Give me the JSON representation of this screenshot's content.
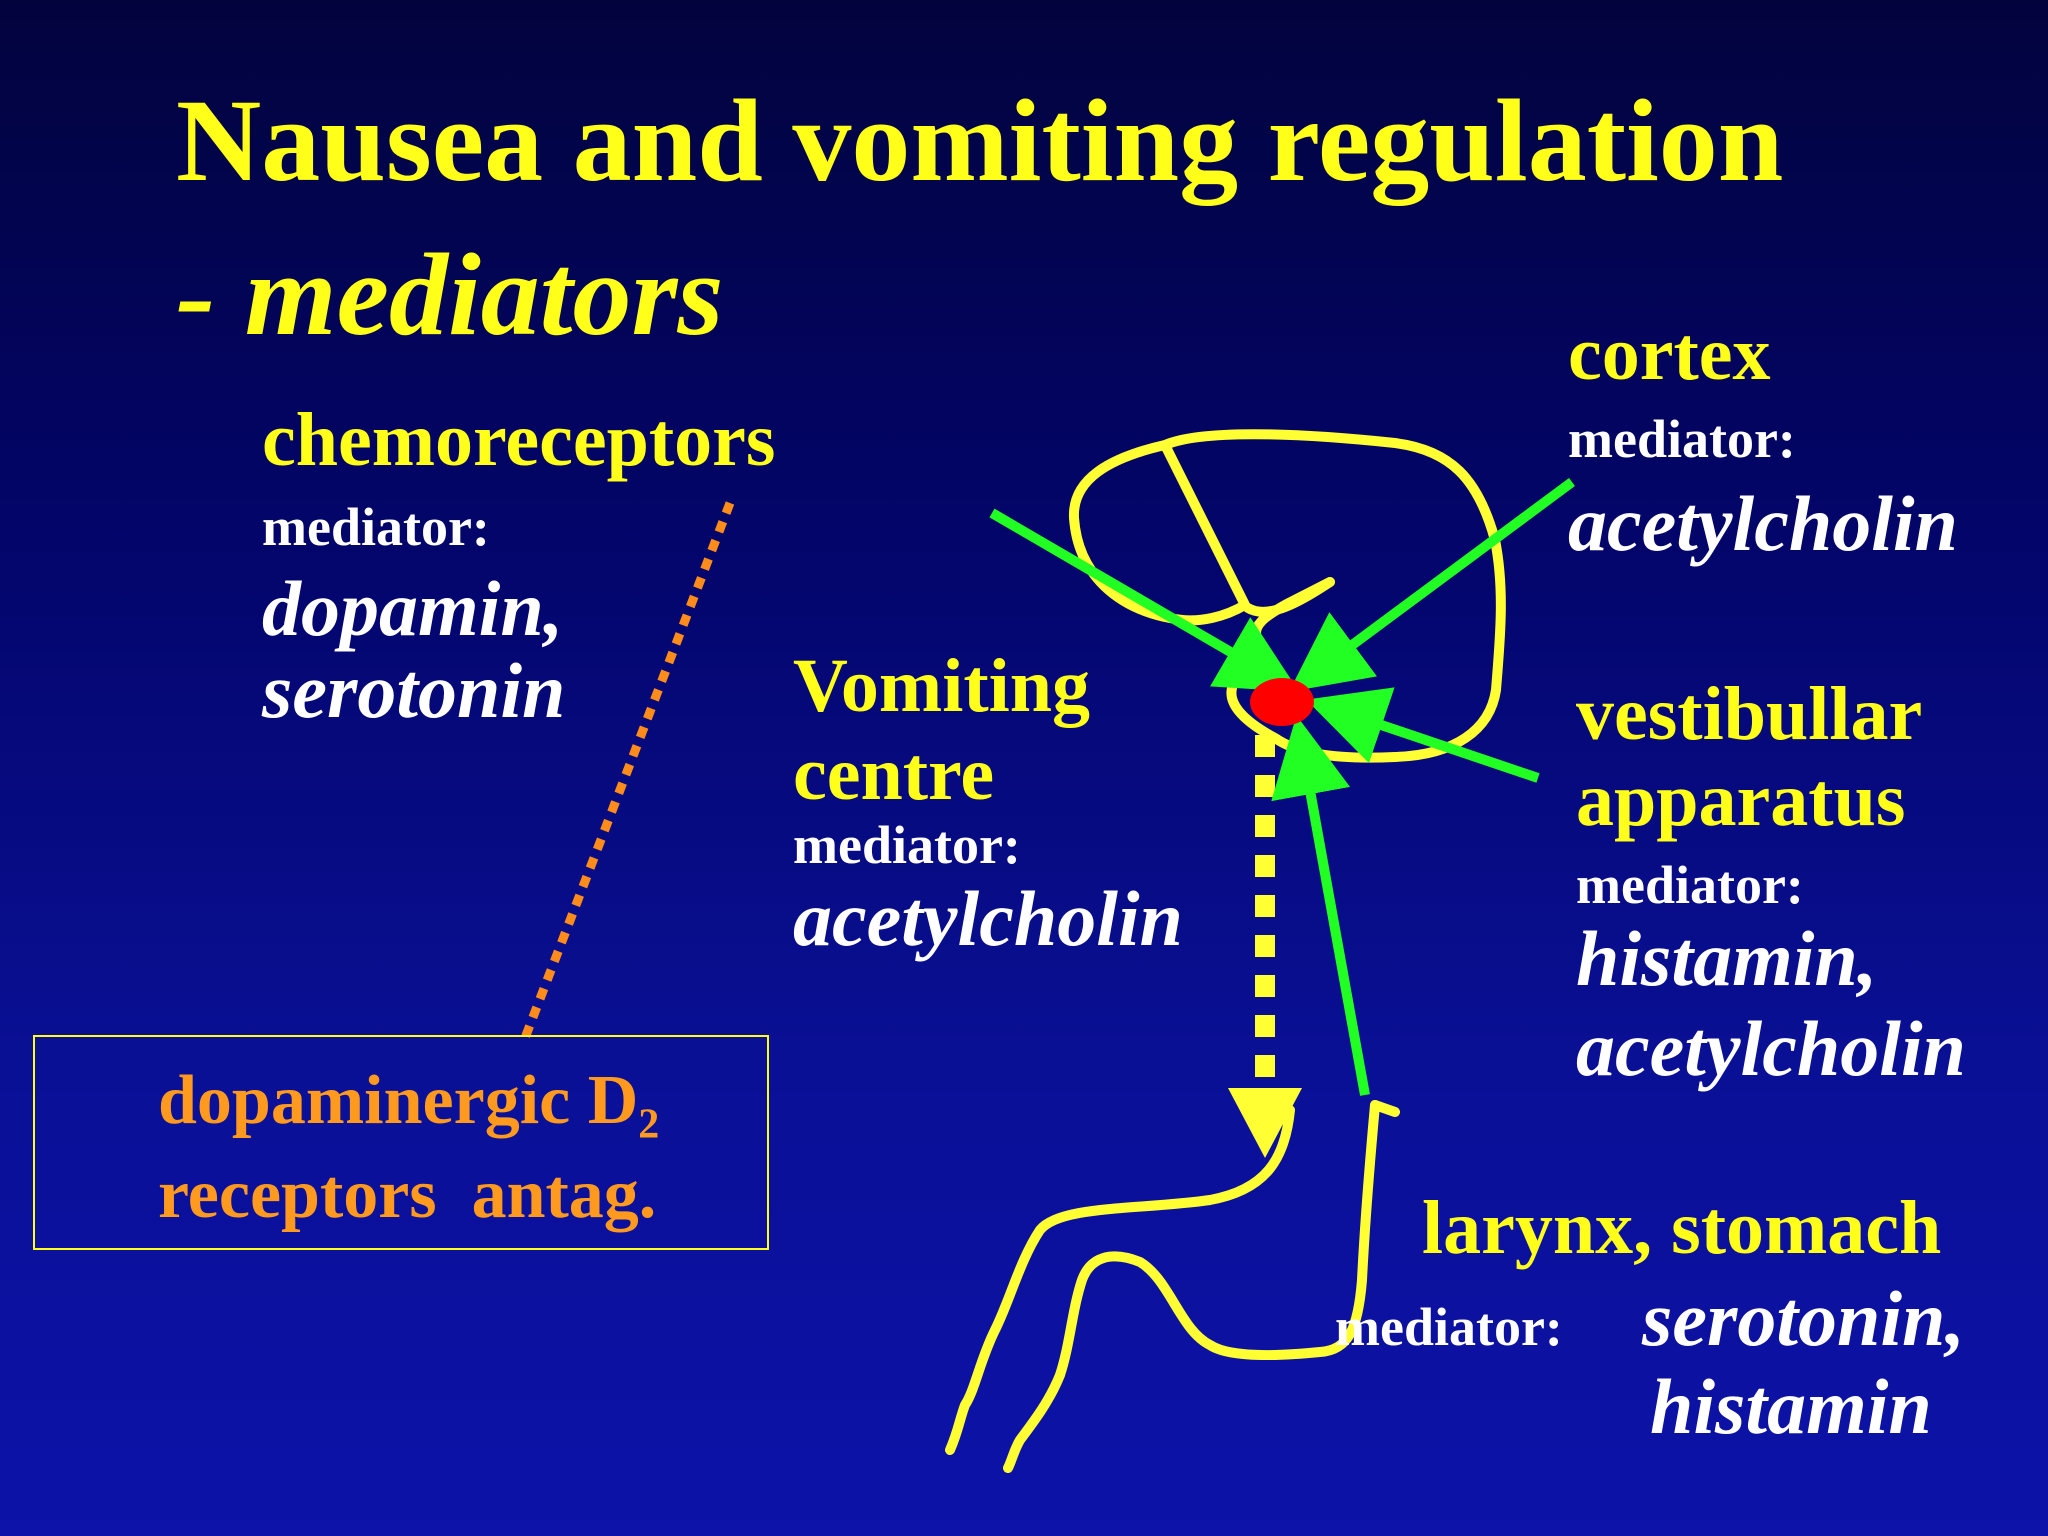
{
  "title": {
    "line1": "Nausea and vomiting regulation",
    "line2": "- mediators"
  },
  "chemoreceptors": {
    "heading": "chemoreceptors",
    "mediator_label": "mediator:",
    "value_line1": "dopamin,",
    "value_line2": "serotonin"
  },
  "cortex": {
    "heading": "cortex",
    "mediator_label": "mediator:",
    "value": "acetylcholin"
  },
  "vomiting_centre": {
    "heading_line1": "Vomiting",
    "heading_line2": "centre",
    "mediator_label": "mediator:",
    "value": "acetylcholin"
  },
  "vestibular": {
    "heading_line1": "vestibullar",
    "heading_line2": "apparatus",
    "mediator_label": "mediator:",
    "value_line1": "histamin,",
    "value_line2": "acetylcholin"
  },
  "larynx_stomach": {
    "heading": "larynx, stomach",
    "mediator_label": "mediator:",
    "value_line1": "serotonin,",
    "value_line2": "histamin"
  },
  "antagonist_box": {
    "line1_main": "dopaminergic D",
    "line1_sub": "2",
    "line2": "receptors  antag."
  },
  "colors": {
    "background": "#03056a",
    "heading_text": "#ffff1a",
    "mediator_text": "#ffffff",
    "antagonist_text": "#ff9a1e",
    "outline": "#ffff33",
    "arrows": "#22ff22",
    "vomiting_centre_dot": "#ff0000",
    "dotted_link": "#ff8c1a"
  }
}
